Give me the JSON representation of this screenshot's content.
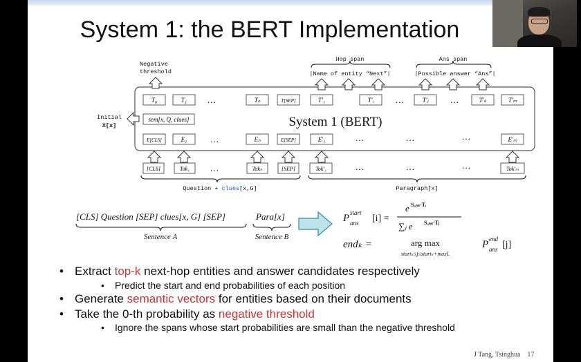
{
  "slide": {
    "title": "System 1: the BERT Implementation",
    "footer_author": "J Tang, Tsinghua",
    "page_number": "17"
  },
  "diagram": {
    "center_label": "System 1 (BERT)",
    "negative_threshold": [
      "Negative",
      "threshold"
    ],
    "initial_label": "Initial",
    "initial_var": "X[x]",
    "hop_span_label": "Hop span",
    "hop_span_text": "|Name of entity “Next”|",
    "ans_span_label": "Ans span",
    "ans_span_text": "|Possible answer “Ans”|",
    "sem_box": "sem[x, Q, clues]",
    "t_row": [
      "T₀",
      "T₁",
      "Tₙ",
      "T[SEP]",
      "T′₁",
      "T′ᵢ",
      "T′ⱼ",
      "T′ₖ",
      "T′ₘ"
    ],
    "e_row": [
      "E[CLS]",
      "E₁",
      "Eₙ",
      "E[SEP]",
      "E′₁",
      "E′ₘ"
    ],
    "tok_row": [
      "[CLS]",
      "Tok₁",
      "Tokₙ",
      "[SEP]",
      "Tok′₁",
      "Tok′ₘ"
    ],
    "ellipsis": "…",
    "question_label_pre": "Question + ",
    "question_label_clues": "clues",
    "question_label_post": "[x,G]",
    "paragraph_label": "Paragraph[x]"
  },
  "formula": {
    "cls_question": "[CLS] Question [SEP] clues[x, G] [SEP]",
    "sentence_a": "Sentence A",
    "para": "Para[x]",
    "sentence_b": "Sentence B",
    "p_start_lhs": "P",
    "p_start_sup": "start",
    "p_start_sub": "ans",
    "p_start_idx": "[i] =",
    "numerator": "e",
    "numerator_sup": "Sₐₙₛ·Tᵢ",
    "denominator": "∑ⱼ e",
    "denominator_sup": "Sₐₙₛ·Tⱼ",
    "end_lhs": "endₖ =",
    "argmax": "arg max",
    "argmax_sub": "startₖ≤j≤startₖ+maxL",
    "p_end": "P",
    "p_end_sup": "end",
    "p_end_sub": "ans",
    "p_end_idx": "[j]"
  },
  "bullets": {
    "b1_pre": "Extract ",
    "b1_red": "top-k",
    "b1_post": " next-hop entities and answer candidates respectively",
    "b1_sub": "Predict the start and end probabilities of each position",
    "b2_pre": "Generate ",
    "b2_red": "semantic vectors",
    "b2_post": " for entities based on their documents",
    "b3_pre": "Take the 0-th probability as ",
    "b3_red": "negative threshold",
    "b3_sub": "Ignore the spans whose start probabilities are small than the negative threshold"
  },
  "colors": {
    "accent_red": "#d0312d",
    "clues_blue": "#2a5db0",
    "arrow_fill": "#bfe3ea",
    "arrow_stroke": "#4a9fb1"
  }
}
